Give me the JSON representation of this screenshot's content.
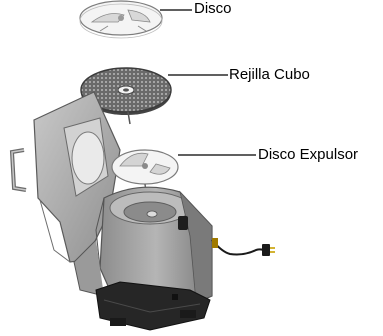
{
  "labels": {
    "disco": "Disco",
    "rejilla_cubo": "Rejilla Cubo",
    "disco_expulsor": "Disco Expulsor"
  },
  "colors": {
    "line": "#000000",
    "body": "#9a9a9a",
    "body_dark": "#5e5e5e",
    "base": "#2b2b2b",
    "grid": "#555555",
    "disc": "#f2f2f2"
  }
}
